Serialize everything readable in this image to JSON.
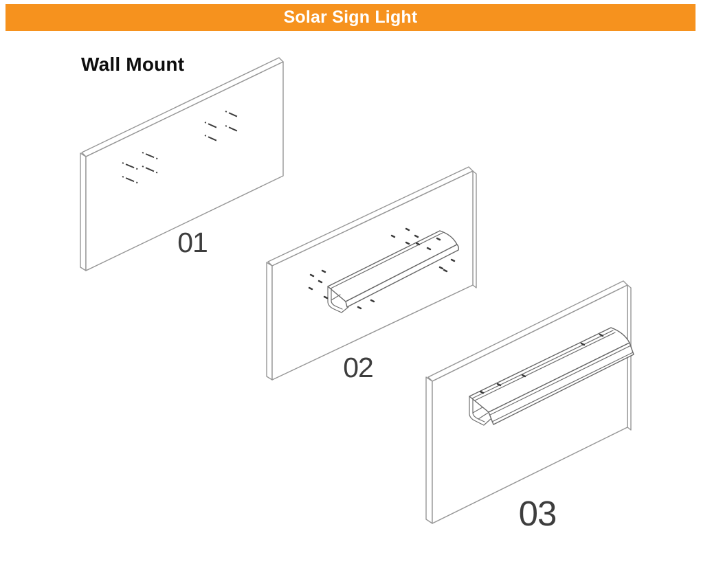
{
  "header": {
    "title": "Solar Sign Light",
    "bg_color": "#F6921E",
    "text_color": "#FFFFFF"
  },
  "section": {
    "heading": "Wall Mount"
  },
  "steps": [
    {
      "label": "01"
    },
    {
      "label": "02"
    },
    {
      "label": "03"
    }
  ],
  "colors": {
    "page_bg": "#FFFFFF",
    "panel_line": "#969696",
    "part_line": "#676767",
    "mark_color": "#3A3A3A",
    "step_label_color": "#3D3D3D"
  }
}
